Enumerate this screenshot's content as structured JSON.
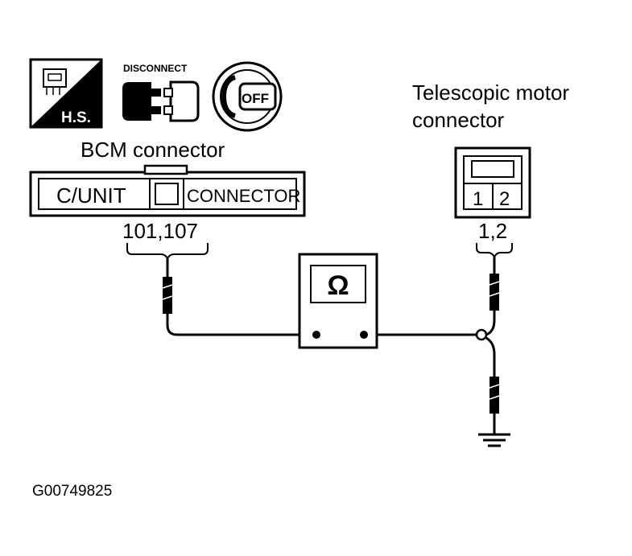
{
  "icons": {
    "harness_label": "H.S.",
    "disconnect_label": "DISCONNECT",
    "ignition_label": "OFF"
  },
  "bcm": {
    "title": "BCM connector",
    "left_label": "C/UNIT",
    "right_label": "CONNECTOR",
    "terminals": "101,107"
  },
  "motor": {
    "title_line1": "Telescopic motor",
    "title_line2": "connector",
    "pin1": "1",
    "pin2": "2",
    "terminals": "1,2"
  },
  "meter": {
    "symbol": "Ω"
  },
  "figure_code": "G00749825"
}
